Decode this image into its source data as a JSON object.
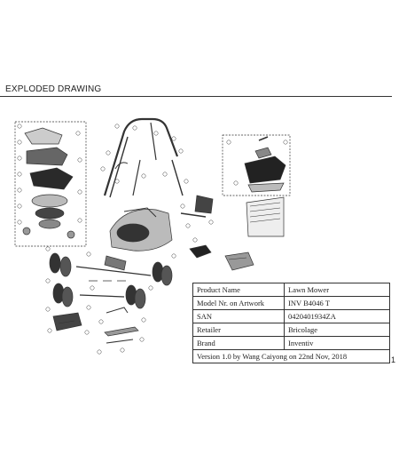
{
  "header": {
    "title": "EXPLODED DRAWING"
  },
  "spec_table": {
    "rows": [
      {
        "label": "Product Name",
        "value": "Lawn Mower"
      },
      {
        "label": "Model Nr. on Artwork",
        "value": "INV B4046 T"
      },
      {
        "label": "SAN",
        "value": "0420401934ZA"
      },
      {
        "label": "Retailer",
        "value": "Bricolage"
      },
      {
        "label": "Brand",
        "value": "Inventiv"
      }
    ],
    "version": "Version 1.0 by Wang Caiyong on 22nd Nov, 2018"
  },
  "page_number": "1"
}
